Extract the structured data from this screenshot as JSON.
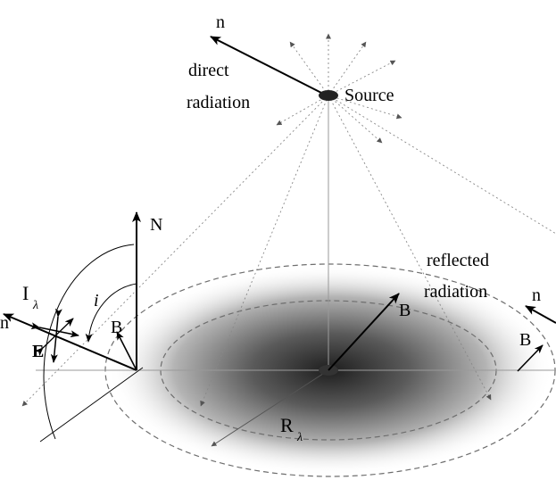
{
  "labels": {
    "n_top": "n",
    "direct_radiation_1": "direct",
    "direct_radiation_2": "radiation",
    "source": "Source",
    "N": "N",
    "I_main": "I",
    "I_sub": "λ",
    "n_left": "n",
    "E": "E",
    "B_left": "B",
    "incidence_angle": "i",
    "reflected_radiation_1": "reflected",
    "reflected_radiation_2": "radiation",
    "n_right": "n",
    "B_right": "B",
    "B_center": "B",
    "R_main": "R",
    "R_sub": "λ"
  },
  "colors": {
    "ink": "#000000",
    "construction_line": "#9a9a9a",
    "dashed_ellipse": "#6e6e6e",
    "glow_center": "#1e1e1e",
    "glow_edge": "#ffffff",
    "source_dot": "#222222"
  }
}
